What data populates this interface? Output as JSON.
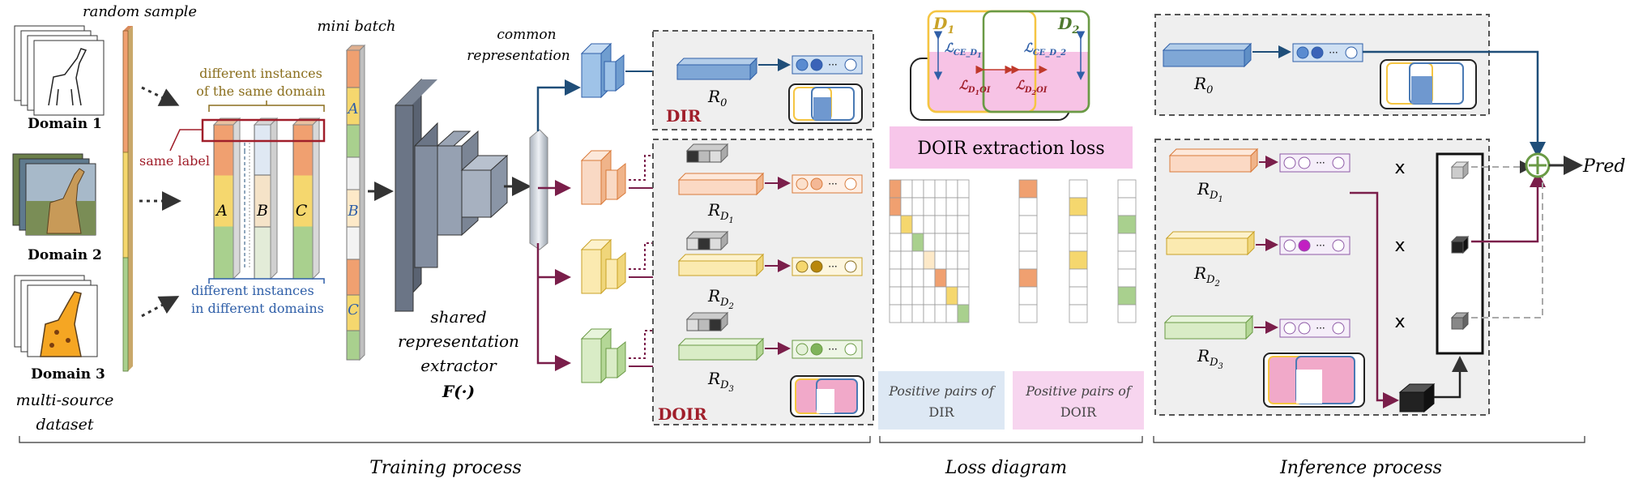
{
  "left": {
    "random_sample": "random sample",
    "mini_batch": "mini batch",
    "domain1": "Domain 1",
    "domain2": "Domain 2",
    "domain3": "Domain 3",
    "dataset_line1": "multi-source",
    "dataset_line2": "dataset",
    "same_label": "same label",
    "diff_same_domain_1": "different instances",
    "diff_same_domain_2": "of the same domain",
    "diff_domains_1": "different instances",
    "diff_domains_2": "in different domains",
    "col_A": "A",
    "col_B": "B",
    "col_C": "C"
  },
  "extractor": {
    "line1": "shared",
    "line2": "representation",
    "line3": "extractor",
    "line4": "F(·)",
    "common_1": "common",
    "common_2": "representation"
  },
  "training": {
    "dir_label": "DIR",
    "doir_label": "DOIR",
    "r0": "R",
    "r0_sub": "0",
    "rd": "R",
    "rd_sub_d": "D",
    "rd1_sub": "1",
    "rd2_sub": "2",
    "rd3_sub": "3",
    "dots": "···"
  },
  "loss": {
    "d1": "D",
    "d1_sub": "1",
    "d2": "D",
    "d2_sub": "2",
    "ce_d1": "ℒ",
    "ce_d1_sub": "CE_D",
    "ce_d1_sub2": "1",
    "ce_d2": "ℒ",
    "ce_d2_sub": "CE_D_2",
    "oi1": "ℒ",
    "oi1_sub": "D",
    "oi1_sub2": "1",
    "oi1_sub3": "OI",
    "oi2": "ℒ",
    "oi2_sub": "D",
    "oi2_sub2": "2",
    "oi2_sub3": "OI",
    "banner": "DOIR extraction loss",
    "pos_dir_1": "Positive pairs of",
    "pos_dir_2": "DIR",
    "pos_doir_1": "Positive pairs of",
    "pos_doir_2": "DOIR"
  },
  "inference": {
    "r0": "R",
    "r0_sub": "0",
    "x_symbol": "x",
    "pred": "Pred",
    "dots": "···"
  },
  "sections": {
    "training": "Training process",
    "loss": "Loss diagram",
    "inference": "Inference process"
  },
  "colors": {
    "orange": "#f0a070",
    "yellow": "#f5d76e",
    "green": "#a9d08e",
    "blue": "#7fa7d6",
    "dark_red": "#a01e2a",
    "navy": "#1f4e79",
    "olive": "#8b6f1e",
    "maroon": "#7a1e4a",
    "pink": "#f4c6e6"
  }
}
